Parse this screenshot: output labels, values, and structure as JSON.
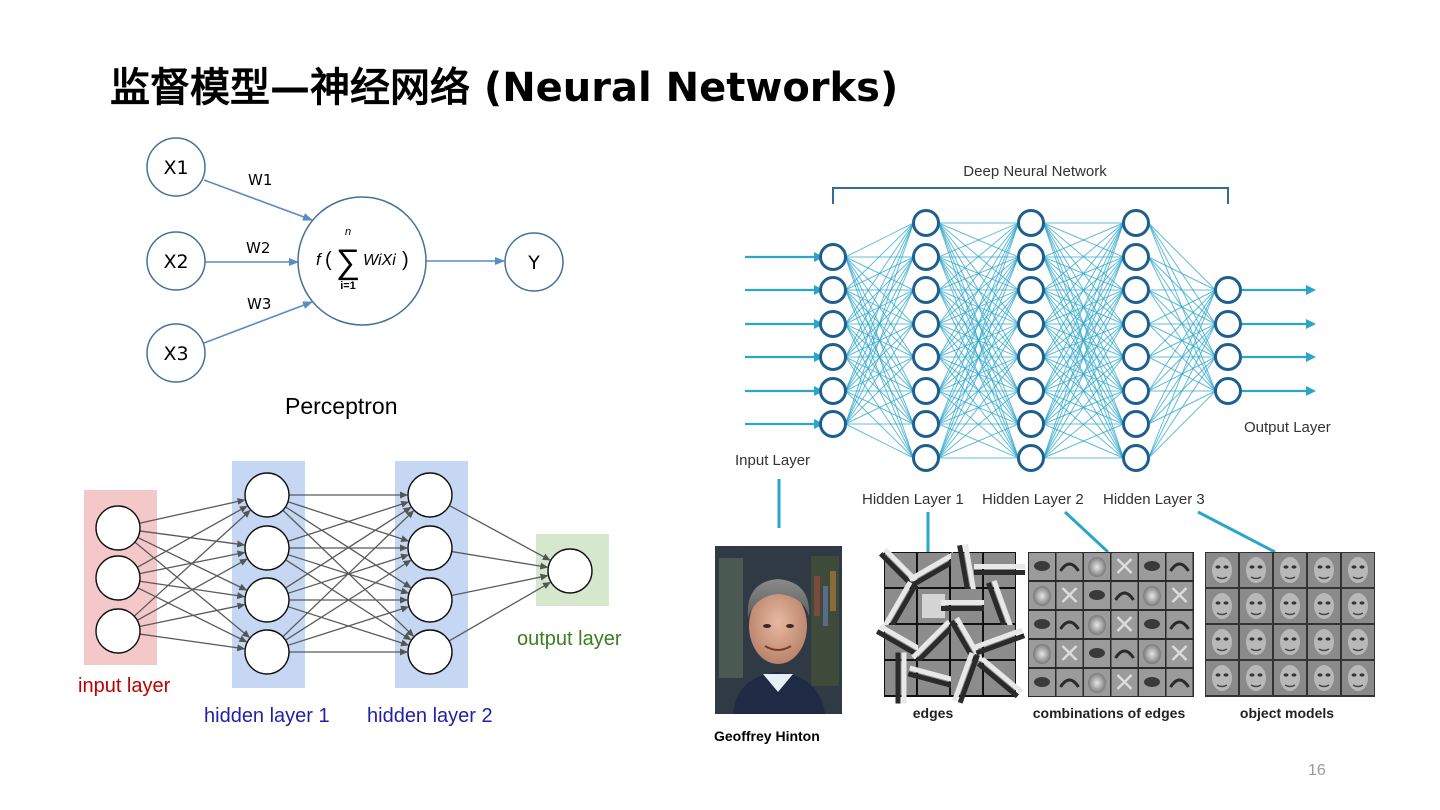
{
  "slide": {
    "title": "监督模型—神经网络 (Neural Networks)",
    "page_number": "16"
  },
  "perceptron": {
    "inputs": [
      "X1",
      "X2",
      "X3"
    ],
    "weights": [
      "W1",
      "W2",
      "W3"
    ],
    "output": "Y",
    "formula": {
      "f": "f",
      "sum_upper": "n",
      "sum_lower": "i=1",
      "term": "WiXi"
    },
    "caption": "Perceptron"
  },
  "simple_network": {
    "input_label": "input layer",
    "hidden1_label": "hidden layer 1",
    "hidden2_label": "hidden layer 2",
    "output_label": "output layer",
    "colors": {
      "input": "#c00000",
      "hidden": "#1f1fa8",
      "output": "#3a7d22"
    }
  },
  "deep_network": {
    "title": "Deep Neural Network",
    "input_label": "Input Layer",
    "hidden_labels": [
      "Hidden Layer 1",
      "Hidden Layer 2",
      "Hidden Layer 3"
    ],
    "output_label": "Output Layer",
    "accent": "#2ba6c9"
  },
  "photo": {
    "caption": "Geoffrey Hinton"
  },
  "features": {
    "edges": "edges",
    "combinations": "combinations of edges",
    "objects": "object models"
  }
}
